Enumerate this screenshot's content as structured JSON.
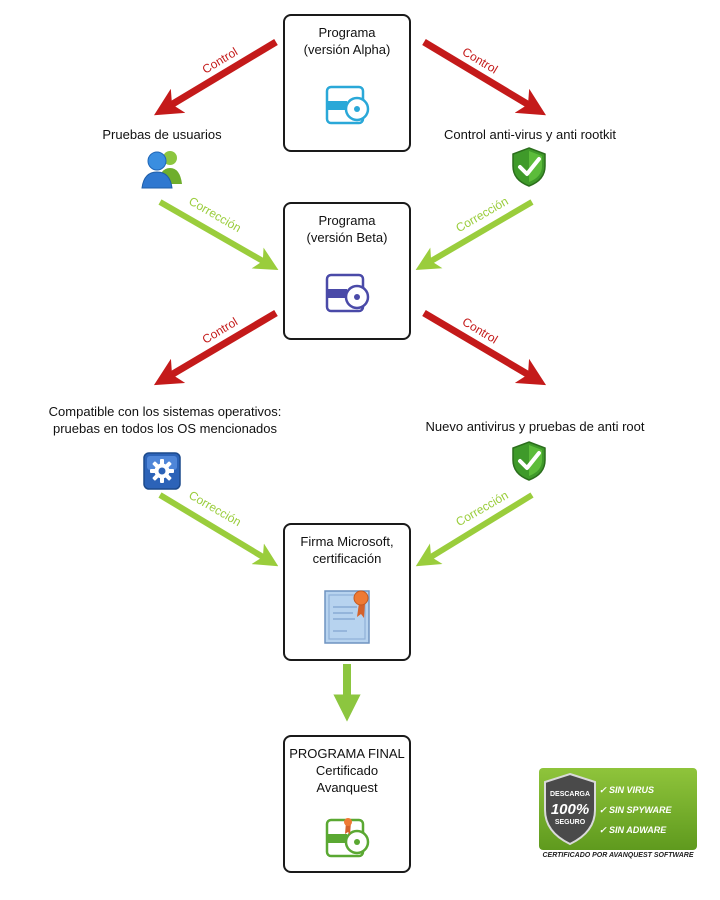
{
  "nodes": {
    "alpha": {
      "title": "Programa\n(versión Alpha)"
    },
    "beta": {
      "title": "Programa\n(versión Beta)"
    },
    "firma": {
      "title": "Firma Microsoft,\ncertificación"
    },
    "final": {
      "title": "PROGRAMA FINAL\nCertificado\nAvanquest"
    }
  },
  "side_labels": {
    "pruebas_usuarios": "Pruebas de usuarios",
    "antivirus_rootkit": "Control anti-virus y anti rootkit",
    "compatible_os": "Compatible con los sistemas operativos:\npruebas en todos los OS mencionados",
    "nuevo_antivirus": "Nuevo antivirus y pruebas de anti root"
  },
  "edge_labels": {
    "control": "Control",
    "correccion": "Corrección"
  },
  "colors": {
    "control": "#c41a1a",
    "correccion": "#9acd3c",
    "final_arrow": "#8cc63f",
    "alpha_icon": "#2aa8d8",
    "beta_icon": "#4a4aa8",
    "final_icon": "#5aa832"
  },
  "icons": {
    "alpha": "software-box-icon",
    "beta": "software-box-icon",
    "final": "certified-software-icon",
    "users": "users-icon",
    "shield": "shield-check-icon",
    "settings": "gear-icon",
    "certificate": "certificate-icon"
  },
  "badge": {
    "seal_top": "DESCARGA",
    "seal_mid": "100%",
    "seal_bottom": "SEGURO",
    "items": [
      "SIN VIRUS",
      "SIN SPYWARE",
      "SIN ADWARE"
    ],
    "footer": "CERTIFICADO POR AVANQUEST SOFTWARE"
  }
}
